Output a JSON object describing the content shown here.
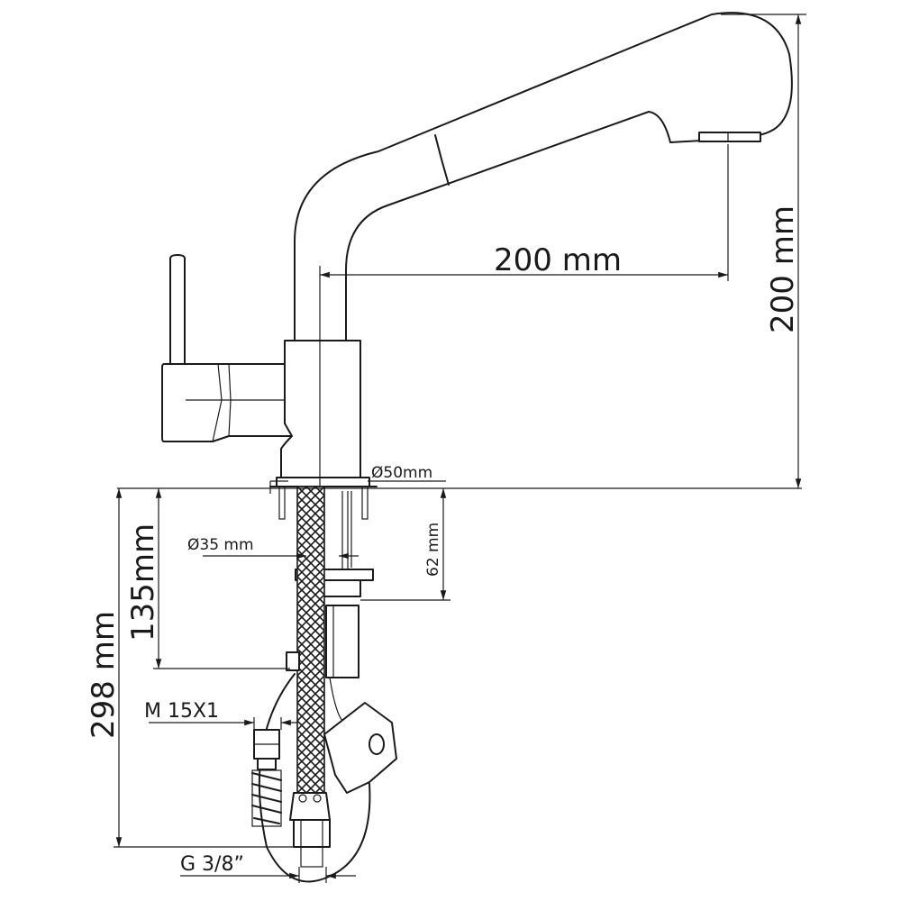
{
  "dimensions": {
    "spout_reach": "200 mm",
    "spout_height": "200 mm",
    "base_diameter": "Ø50mm",
    "mount_diameter": "Ø35 mm",
    "mount_depth": "62 mm",
    "hose_depth": "135mm",
    "total_depth": "298 mm",
    "thread_pullout": "M 15X1",
    "thread_supply": "G 3/8”"
  },
  "colors": {
    "line": "#1a1a1a",
    "background": "#ffffff"
  }
}
